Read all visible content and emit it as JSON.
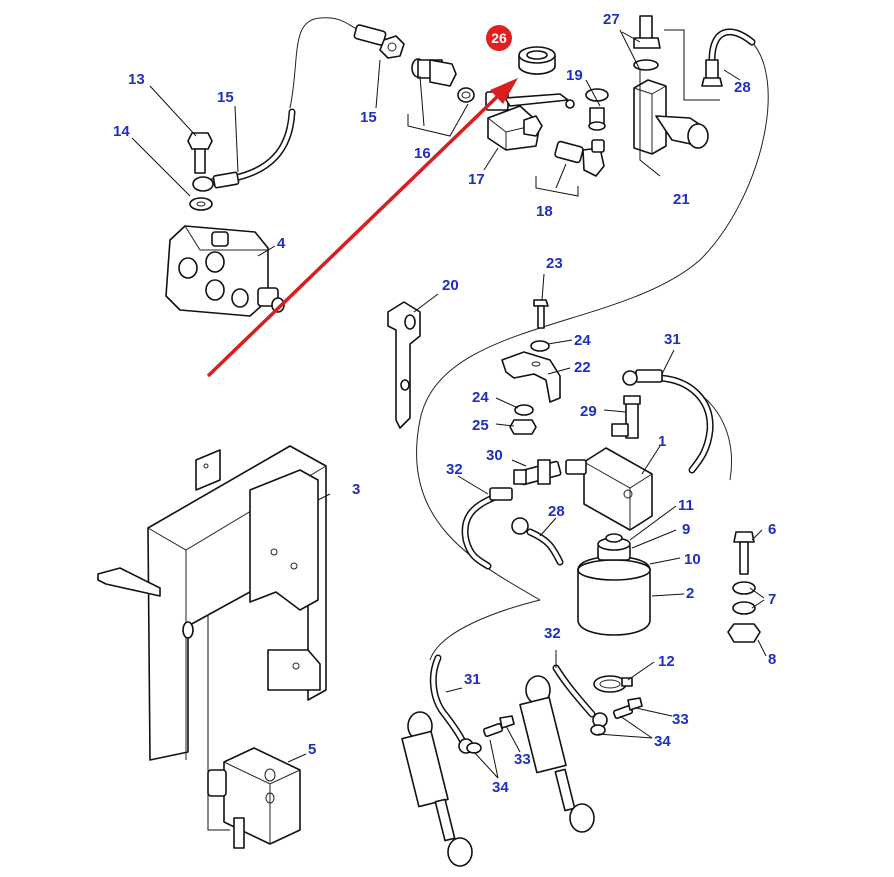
{
  "diagram": {
    "highlight": {
      "label": "26",
      "color": "#e02020"
    },
    "arrow_color": "#d81e1e",
    "label_color": "#1f2fbf",
    "labels": [
      "1",
      "2",
      "3",
      "4",
      "5",
      "6",
      "7",
      "8",
      "9",
      "10",
      "11",
      "12",
      "13",
      "14",
      "15",
      "15",
      "16",
      "17",
      "18",
      "19",
      "20",
      "21",
      "22",
      "23",
      "24",
      "24",
      "25",
      "27",
      "28",
      "28",
      "29",
      "30",
      "31",
      "31",
      "32",
      "32",
      "33",
      "33",
      "34",
      "34"
    ]
  }
}
